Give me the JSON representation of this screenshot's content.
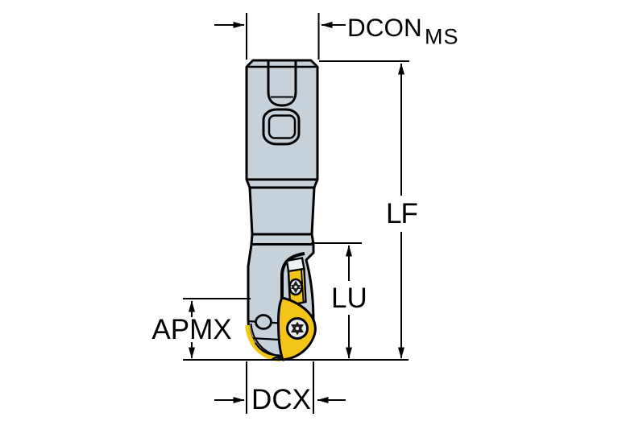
{
  "colors": {
    "background": "#ffffff",
    "body": "#c7d1d9",
    "body-light": "#eef2f4",
    "insert": "#f3c517",
    "line": "#000000"
  },
  "labels": {
    "dcon": "DCON",
    "dcon_sub": "MS",
    "lf": "LF",
    "lu": "LU",
    "apmx": "APMX",
    "dcx": "DCX"
  }
}
